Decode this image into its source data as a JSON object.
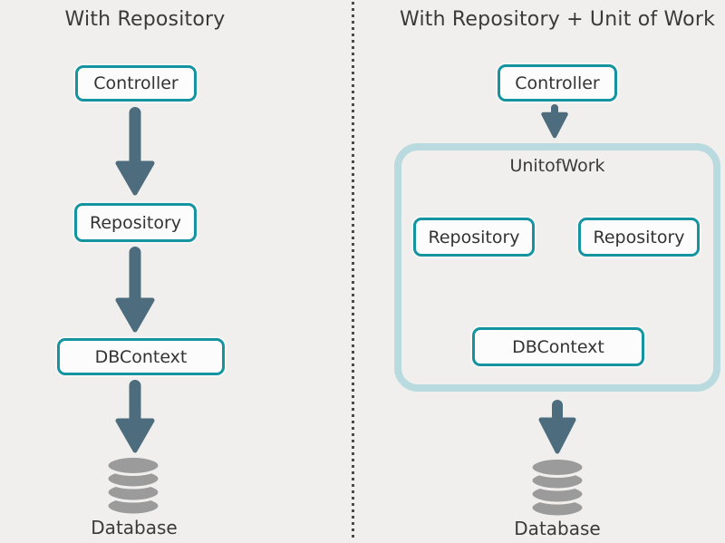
{
  "colors": {
    "bg": "#f0efed",
    "teal": "#1494a1",
    "container_teal": "#b9dbdf",
    "arrow": "#4d6c7d",
    "db_gray": "#9b9b9b",
    "text": "#3a3a3a",
    "dot": "#4a4a4a",
    "node_fill": "#fcfcfc"
  },
  "left_panel": {
    "title": "With Repository",
    "controller": "Controller",
    "repository": "Repository",
    "dbcontext": "DBContext",
    "database": "Database"
  },
  "right_panel": {
    "title": "With Repository + Unit of Work",
    "controller": "Controller",
    "unit_of_work": "UnitofWork",
    "repository_1": "Repository",
    "repository_2": "Repository",
    "dbcontext": "DBContext",
    "database": "Database"
  }
}
